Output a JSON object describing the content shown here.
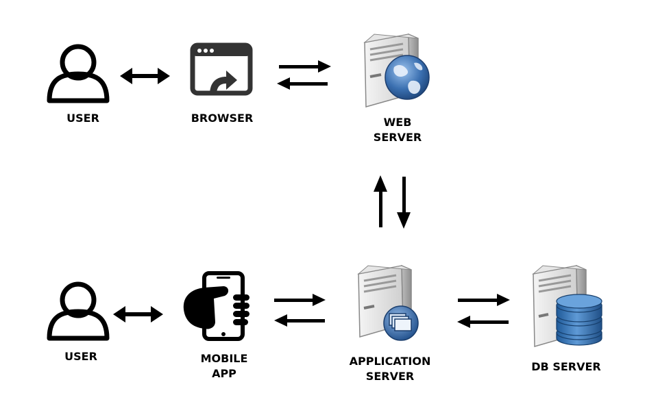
{
  "nodes": {
    "user_top": {
      "label": "USER"
    },
    "browser": {
      "label": "BROWSER"
    },
    "web_server": {
      "label_line1": "WEB",
      "label_line2": "SERVER"
    },
    "user_bottom": {
      "label": "USER"
    },
    "mobile_app": {
      "label_line1": "MOBILE",
      "label_line2": "APP"
    },
    "app_server": {
      "label_line1": "APPLICATION",
      "label_line2": "SERVER"
    },
    "db_server": {
      "label": "DB SERVER"
    }
  },
  "icons": {
    "user": "user-icon",
    "browser": "browser-window-icon",
    "web_server": "web-server-globe-icon",
    "mobile": "smartphone-in-hand-icon",
    "app_server": "application-server-icon",
    "db_server": "database-server-icon"
  },
  "connections": [
    {
      "from": "user_top",
      "to": "browser",
      "style": "bidirectional"
    },
    {
      "from": "browser",
      "to": "web_server",
      "style": "request-response"
    },
    {
      "from": "web_server",
      "to": "app_server",
      "style": "request-response"
    },
    {
      "from": "user_bottom",
      "to": "mobile_app",
      "style": "bidirectional"
    },
    {
      "from": "mobile_app",
      "to": "app_server",
      "style": "request-response"
    },
    {
      "from": "app_server",
      "to": "db_server",
      "style": "request-response"
    }
  ],
  "colors": {
    "ink": "#000000",
    "server_body": "#d9d9d9",
    "globe": "#3a6fb0",
    "db_cylinder": "#2f6fb3",
    "browser_icon": "#333333"
  }
}
